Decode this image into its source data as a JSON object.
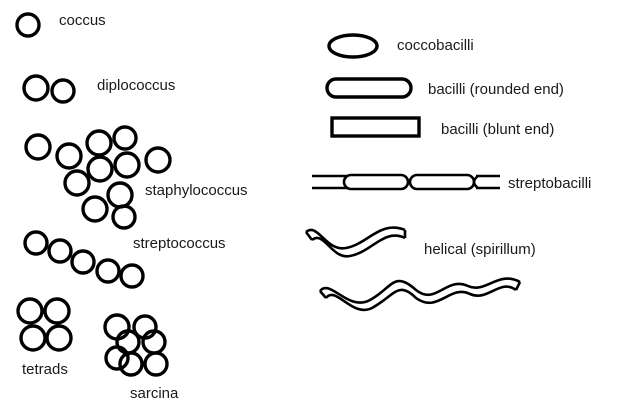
{
  "labels": {
    "coccus": "coccus",
    "diplococcus": "diplococcus",
    "staphylococcus": "staphylococcus",
    "streptococcus": "streptococcus",
    "tetrads": "tetrads",
    "sarcina": "sarcina",
    "coccobacilli": "coccobacilli",
    "bacilli_rounded": "bacilli (rounded end)",
    "bacilli_blunt": "bacilli (blunt end)",
    "streptobacilli": "streptobacilli",
    "helical": "helical (spirillum)"
  }
}
